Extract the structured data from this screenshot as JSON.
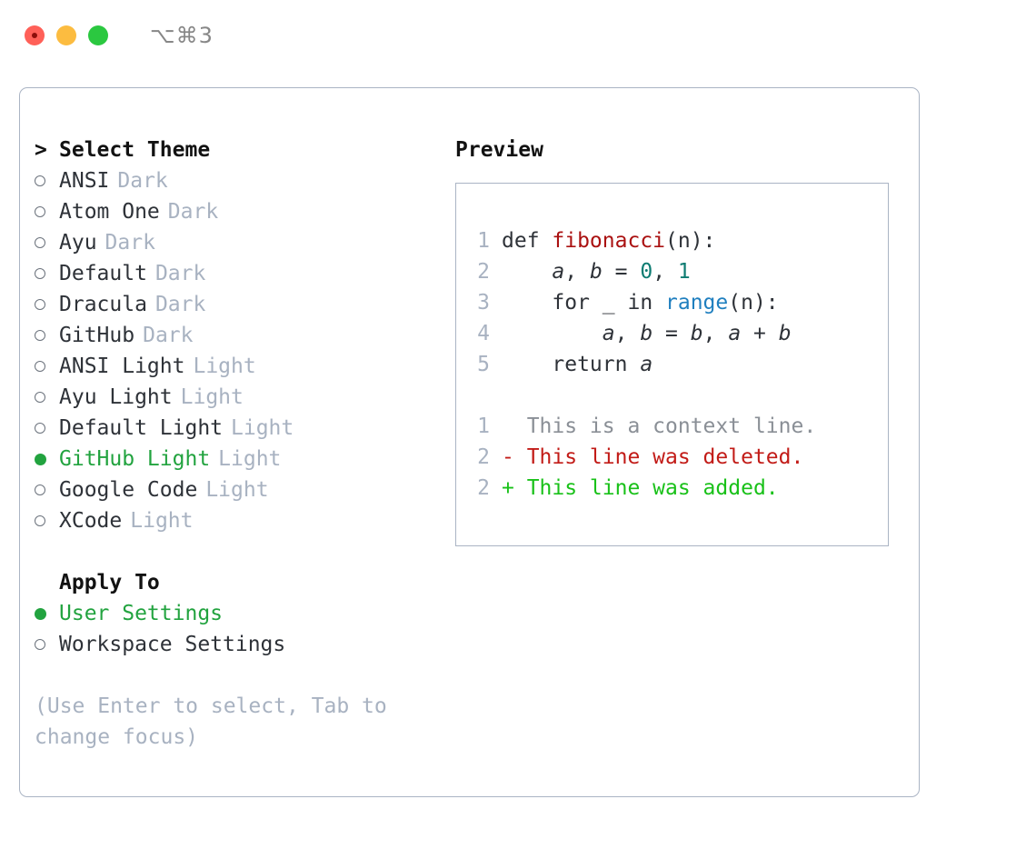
{
  "titlebar": {
    "shortcut": "⌥⌘3",
    "traffic_lights": [
      "close",
      "minimize",
      "maximize"
    ],
    "colors": {
      "close": "#ff6058",
      "minimize": "#fcbc40",
      "maximize": "#2bc840"
    }
  },
  "theme_section": {
    "caret": ">",
    "header": "Select Theme",
    "options": [
      {
        "label": "ANSI",
        "tag": "Dark",
        "selected": false
      },
      {
        "label": "Atom One",
        "tag": "Dark",
        "selected": false
      },
      {
        "label": "Ayu",
        "tag": "Dark",
        "selected": false
      },
      {
        "label": "Default",
        "tag": "Dark",
        "selected": false
      },
      {
        "label": "Dracula",
        "tag": "Dark",
        "selected": false
      },
      {
        "label": "GitHub",
        "tag": "Dark",
        "selected": false
      },
      {
        "label": "ANSI Light",
        "tag": "Light",
        "selected": false
      },
      {
        "label": "Ayu Light",
        "tag": "Light",
        "selected": false
      },
      {
        "label": "Default Light",
        "tag": "Light",
        "selected": false
      },
      {
        "label": "GitHub Light",
        "tag": "Light",
        "selected": true
      },
      {
        "label": "Google Code",
        "tag": "Light",
        "selected": false
      },
      {
        "label": "XCode",
        "tag": "Light",
        "selected": false
      }
    ]
  },
  "apply_section": {
    "header": "Apply To",
    "options": [
      {
        "label": "User Settings",
        "tag": "",
        "selected": true
      },
      {
        "label": "Workspace Settings",
        "tag": "",
        "selected": false
      }
    ]
  },
  "hint": "(Use Enter to select, Tab to change focus)",
  "preview": {
    "title": "Preview",
    "code_lines": [
      {
        "no": "1",
        "tokens": [
          {
            "t": "def ",
            "k": "kw"
          },
          {
            "t": "fibonacci",
            "k": "fn"
          },
          {
            "t": "(n):",
            "k": "plain"
          }
        ]
      },
      {
        "no": "2",
        "tokens": [
          {
            "t": "    ",
            "k": "plain"
          },
          {
            "t": "a",
            "k": "var"
          },
          {
            "t": ", ",
            "k": "plain"
          },
          {
            "t": "b",
            "k": "var"
          },
          {
            "t": " = ",
            "k": "plain"
          },
          {
            "t": "0",
            "k": "num"
          },
          {
            "t": ", ",
            "k": "plain"
          },
          {
            "t": "1",
            "k": "num"
          }
        ]
      },
      {
        "no": "3",
        "tokens": [
          {
            "t": "    for _ in ",
            "k": "kw"
          },
          {
            "t": "range",
            "k": "builtin"
          },
          {
            "t": "(n):",
            "k": "plain"
          }
        ]
      },
      {
        "no": "4",
        "tokens": [
          {
            "t": "        ",
            "k": "plain"
          },
          {
            "t": "a",
            "k": "var"
          },
          {
            "t": ", ",
            "k": "plain"
          },
          {
            "t": "b",
            "k": "var"
          },
          {
            "t": " = ",
            "k": "plain"
          },
          {
            "t": "b",
            "k": "var"
          },
          {
            "t": ", ",
            "k": "plain"
          },
          {
            "t": "a",
            "k": "var"
          },
          {
            "t": " + ",
            "k": "plain"
          },
          {
            "t": "b",
            "k": "var"
          }
        ]
      },
      {
        "no": "5",
        "tokens": [
          {
            "t": "    return ",
            "k": "kw"
          },
          {
            "t": "a",
            "k": "var"
          }
        ]
      }
    ],
    "diff_lines": [
      {
        "no": "1",
        "marker": " ",
        "text": " This is a context line.",
        "kind": "ctx"
      },
      {
        "no": "2",
        "marker": "-",
        "text": " This line was deleted.",
        "kind": "del"
      },
      {
        "no": "2",
        "marker": "+",
        "text": " This line was added.",
        "kind": "add"
      }
    ]
  },
  "colors": {
    "accent_green": "#22a33f",
    "muted": "#a8b2c1",
    "text": "#2e3238",
    "border": "#aab4c4",
    "syntax_function": "#aa1111",
    "syntax_number": "#0e7c72",
    "syntax_builtin": "#1f7fbf",
    "diff_added": "#19c119",
    "diff_deleted": "#c21b17",
    "diff_context": "#8a8f96"
  }
}
